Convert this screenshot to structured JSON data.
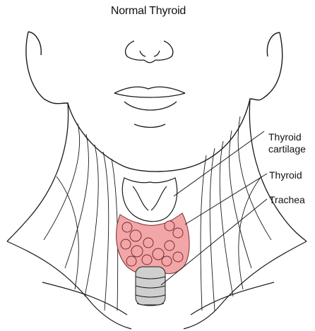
{
  "title": "Normal Thyroid",
  "labels": {
    "thyroid_cartilage_line1": "Thyroid",
    "thyroid_cartilage_line2": "cartilage",
    "thyroid": "Thyroid",
    "trachea": "Trachea"
  },
  "colors": {
    "thyroid_gland": "#f2a6a8",
    "thyroid_outline": "#7a2a2e",
    "ink": "#1a1a1a"
  }
}
